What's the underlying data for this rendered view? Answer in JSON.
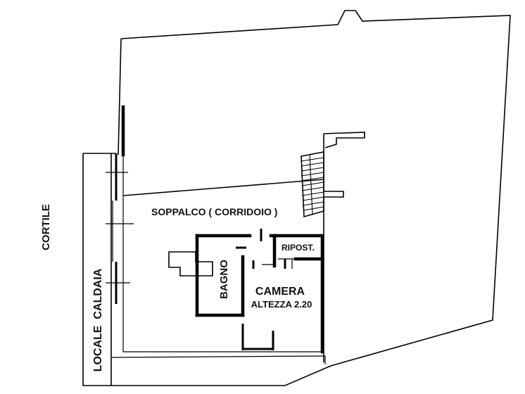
{
  "labels": {
    "cortile": "CORTILE",
    "locale_caldaia": "LOCALE  CALDAIA",
    "soppalco": "SOPPALCO ( CORRIDOIO )",
    "ripost": "RIPOST.",
    "bagno": "BAGNO",
    "camera": "CAMERA",
    "altezza": "ALTEZZA 2.20"
  }
}
